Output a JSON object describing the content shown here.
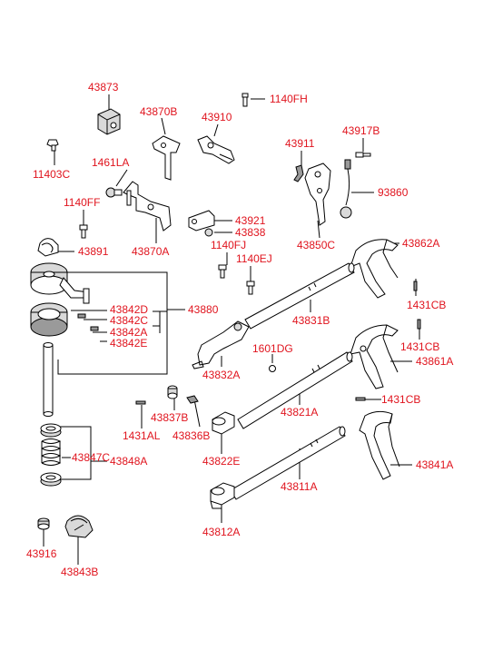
{
  "colors": {
    "label": "#e0141e",
    "line": "#000000",
    "part_fill": "#ffffff",
    "part_shade": "#d9d9d9"
  },
  "parts": {
    "p43873": "43873",
    "p43870B": "43870B",
    "p43910": "43910",
    "p1140FH": "1140FH",
    "p11403C": "11403C",
    "p1461LA": "1461LA",
    "p43911": "43911",
    "p43917B": "43917B",
    "p93860": "93860",
    "p1140FF": "1140FF",
    "p43921": "43921",
    "p43838": "43838",
    "p43891": "43891",
    "p43870A": "43870A",
    "p1140FJ": "1140FJ",
    "p1140EJ": "1140EJ",
    "p43850C": "43850C",
    "p43862A": "43862A",
    "p43842D": "43842D",
    "p43842C": "43842C",
    "p43842A": "43842A",
    "p43842E": "43842E",
    "p43880": "43880",
    "p43831B": "43831B",
    "p1431CB_1": "1431CB",
    "p1431CB_2": "1431CB",
    "p1431CB_3": "1431CB",
    "p1601DG": "1601DG",
    "p43832A": "43832A",
    "p43861A": "43861A",
    "p43837B": "43837B",
    "p43836B": "43836B",
    "p1431AL": "1431AL",
    "p43821A": "43821A",
    "p43847C": "43847C",
    "p43848A": "43848A",
    "p43822E": "43822E",
    "p43841A": "43841A",
    "p43811A": "43811A",
    "p43812A": "43812A",
    "p43916": "43916",
    "p43843B": "43843B"
  }
}
